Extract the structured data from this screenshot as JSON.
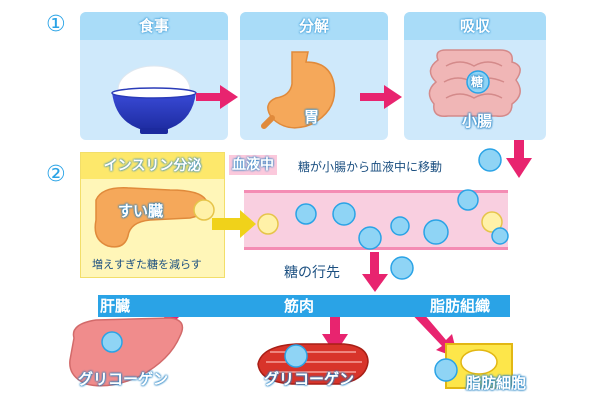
{
  "steps": {
    "one": "①",
    "two": "②"
  },
  "panels": {
    "meal": "食事",
    "digest": "分解",
    "absorb": "吸収"
  },
  "labels": {
    "stomach": "胃",
    "sugar": "糖",
    "small_intestine": "小腸",
    "insulin": "インスリン分泌",
    "pancreas": "すい臓",
    "reduce_note": "増えすぎた糖を減らす",
    "blood_tag": "血液中",
    "sugar_moves": "糖が小腸から血液中に移動",
    "sugar_dest": "糖の行先",
    "liver": "肝臓",
    "muscle": "筋肉",
    "fat_tissue": "脂肪組織",
    "glycogen_liver": "グリコーゲン",
    "glycogen_muscle": "グリコーゲン",
    "fat_cell": "脂肪細胞"
  },
  "colors": {
    "accent_blue": "#2aa3e6",
    "arrow_pink": "#e8246f",
    "panel_blue": "#cfe9fb",
    "insulin_yellow": "#fff6b8"
  }
}
